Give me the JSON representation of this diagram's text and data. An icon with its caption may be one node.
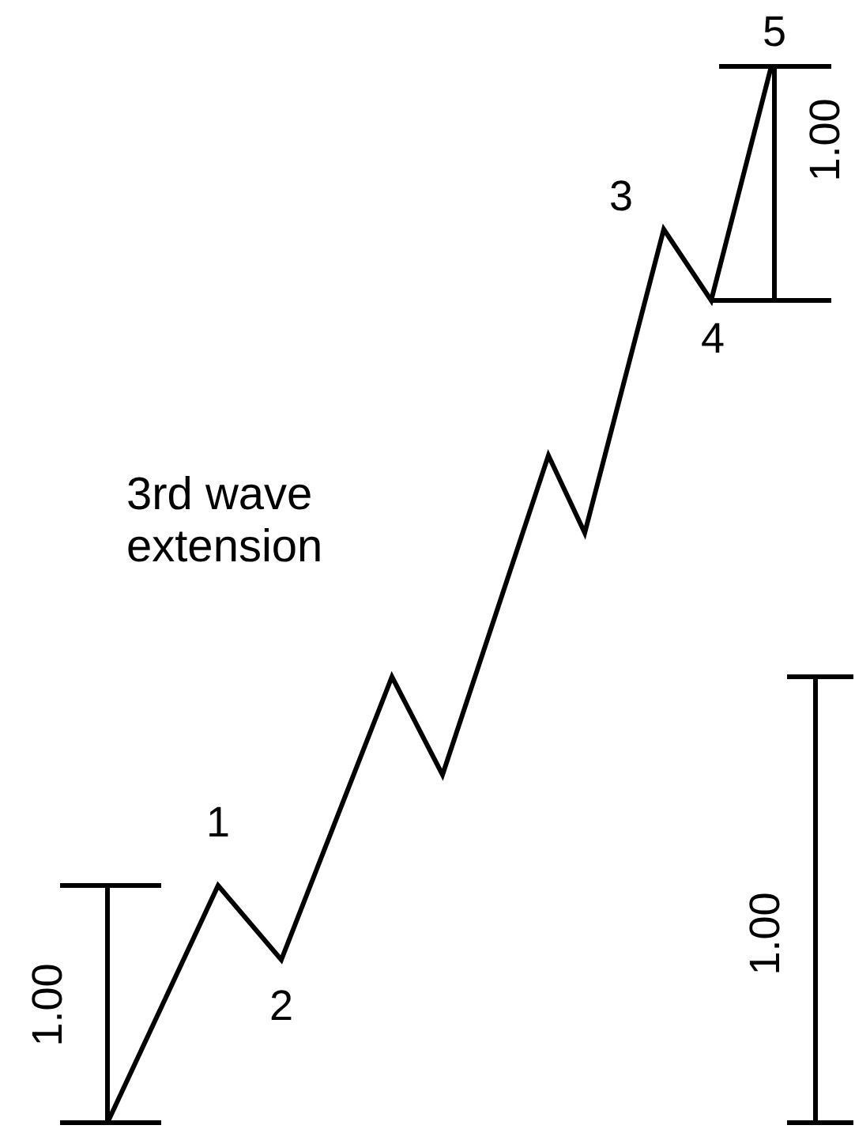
{
  "diagram": {
    "labels": [
      "5",
      "1.00",
      "3",
      "4",
      "3rd wave extension",
      "1",
      "2",
      "1.00",
      "1.00"
    ]
  }
}
